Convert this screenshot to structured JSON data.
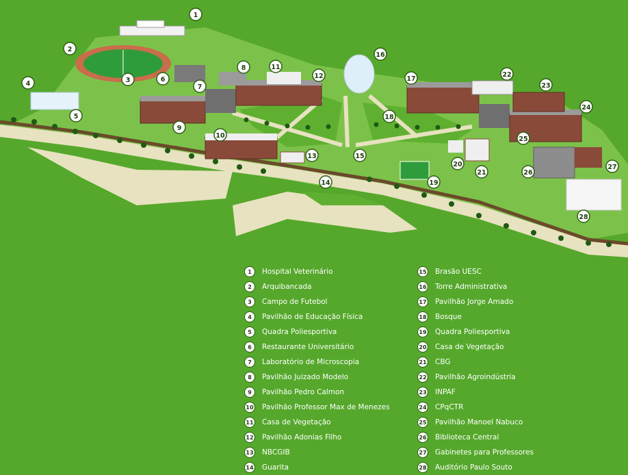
{
  "map": {
    "markers": [
      {
        "num": "1",
        "label": "Hospital Veterinário"
      },
      {
        "num": "2",
        "label": "Arquibancada"
      },
      {
        "num": "3",
        "label": "Campo de Futebol"
      },
      {
        "num": "4",
        "label": "Pavilhão de Educação Física"
      },
      {
        "num": "5",
        "label": "Quadra Poliesportiva"
      },
      {
        "num": "6",
        "label": "Restaurante Universitário"
      },
      {
        "num": "7",
        "label": "Laboratório de Microscopia"
      },
      {
        "num": "8",
        "label": "Pavilhão Juizado Modelo"
      },
      {
        "num": "9",
        "label": "Pavilhão Pedro Calmon"
      },
      {
        "num": "10",
        "label": "Pavilhão Professor Max de Menezes"
      },
      {
        "num": "11",
        "label": "Casa de Vegetação"
      },
      {
        "num": "12",
        "label": "Pavilhão Adonias Filho"
      },
      {
        "num": "13",
        "label": "NBCGIB"
      },
      {
        "num": "14",
        "label": "Guarita"
      },
      {
        "num": "15",
        "label": "Brasão UESC"
      },
      {
        "num": "16",
        "label": "Torre Administrativa"
      },
      {
        "num": "17",
        "label": "Pavilhão Jorge Amado"
      },
      {
        "num": "18",
        "label": "Bosque"
      },
      {
        "num": "19",
        "label": "Quadra Poliesportiva"
      },
      {
        "num": "20",
        "label": "Casa de Vegetação"
      },
      {
        "num": "21",
        "label": "CBG"
      },
      {
        "num": "22",
        "label": "Pavilhão Agroindústria"
      },
      {
        "num": "23",
        "label": "INPAF"
      },
      {
        "num": "24",
        "label": "CPqCTR"
      },
      {
        "num": "25",
        "label": "Pavilhão Manoel Nabuco"
      },
      {
        "num": "26",
        "label": "Biblioteca Central"
      },
      {
        "num": "27",
        "label": "Gabinetes para Professores"
      },
      {
        "num": "28",
        "label": "Auditório Paulo Souto"
      }
    ]
  }
}
